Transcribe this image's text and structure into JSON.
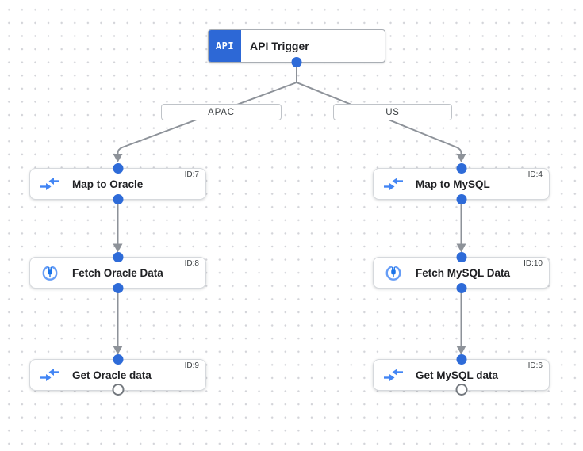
{
  "colors": {
    "trigger_badge_blue": "#2d68d6",
    "port_blue": "#2e6bd8",
    "icon_blue": "#4285f4",
    "connector_icon_blue": "#1a73e8",
    "connector_ring_blue": "#669df6",
    "edge_gray": "#8d9299"
  },
  "trigger": {
    "badge": "API",
    "title": "API Trigger"
  },
  "edge_labels": {
    "left": "APAC",
    "right": "US"
  },
  "nodes": {
    "map_oracle": {
      "title": "Map to Oracle",
      "id": "ID:7"
    },
    "fetch_oracle": {
      "title": "Fetch Oracle Data",
      "id": "ID:8"
    },
    "get_oracle": {
      "title": "Get Oracle data",
      "id": "ID:9"
    },
    "map_mysql": {
      "title": "Map to MySQL",
      "id": "ID:4"
    },
    "fetch_mysql": {
      "title": "Fetch MySQL Data",
      "id": "ID:10"
    },
    "get_mysql": {
      "title": "Get MySQL data",
      "id": "ID:6"
    }
  }
}
